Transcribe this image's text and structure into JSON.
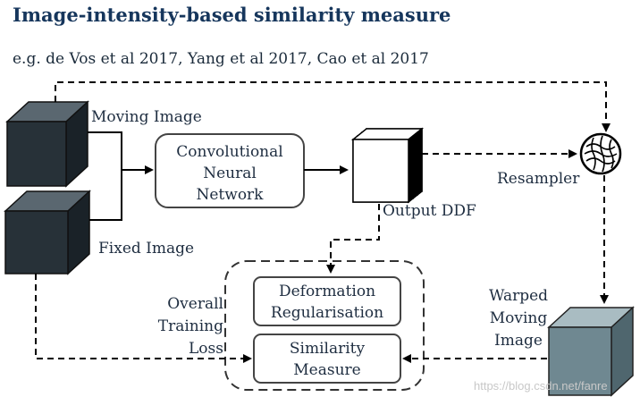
{
  "title": "Image-intensity-based similarity measure",
  "subtitle": "e.g. de Vos et al 2017, Yang et al 2017, Cao et al 2017",
  "labels": {
    "moving_image": "Moving Image",
    "fixed_image": "Fixed Image",
    "output_ddf": "Output DDF",
    "resampler": "Resampler",
    "warped_1": "Warped",
    "warped_2": "Moving",
    "warped_3": "Image",
    "loss_1": "Overall",
    "loss_2": "Training",
    "loss_3": "Loss"
  },
  "boxes": {
    "cnn_1": "Convolutional",
    "cnn_2": "Neural",
    "cnn_3": "Network",
    "deform_1": "Deformation",
    "deform_2": "Regularisation",
    "sim_1": "Similarity",
    "sim_2": "Measure"
  },
  "watermark": "https://blog.csdn.net/fanre",
  "colors": {
    "title": "#16365c",
    "cube_dark": "#273138",
    "cube_top": "#5a6770",
    "warped_cube": "#6f8891"
  }
}
